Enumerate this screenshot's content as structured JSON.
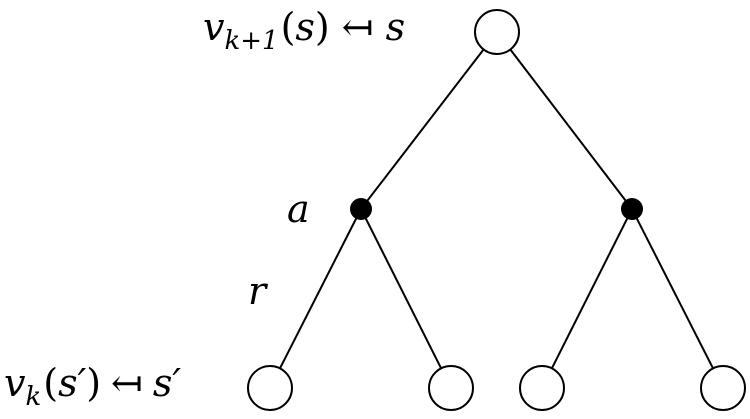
{
  "labels": {
    "root": {
      "fn": "v",
      "sub": "k+1",
      "paren_open": "(",
      "arg": "s",
      "paren_close": ")",
      "arrow": "↤",
      "target": "s"
    },
    "action": "a",
    "reward": "r",
    "leaf": {
      "fn": "v",
      "sub": "k",
      "paren_open": "(",
      "arg": "s′",
      "paren_close": ")",
      "arrow": "↤",
      "target": "s′"
    }
  }
}
